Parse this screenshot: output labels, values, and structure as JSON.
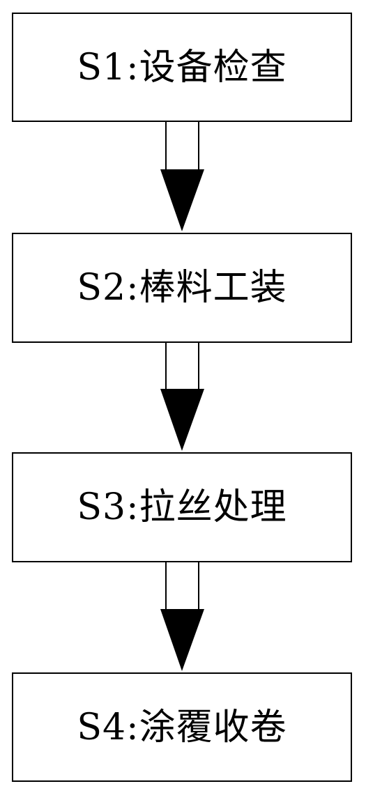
{
  "steps": [
    {
      "id": "S1",
      "label": "S1:设备检查"
    },
    {
      "id": "S2",
      "label": "S2:棒料工装"
    },
    {
      "id": "S3",
      "label": "S3:拉丝处理"
    },
    {
      "id": "S4",
      "label": "S4:涂覆收卷"
    }
  ],
  "colors": {
    "stroke": "#000000",
    "background": "#ffffff"
  }
}
